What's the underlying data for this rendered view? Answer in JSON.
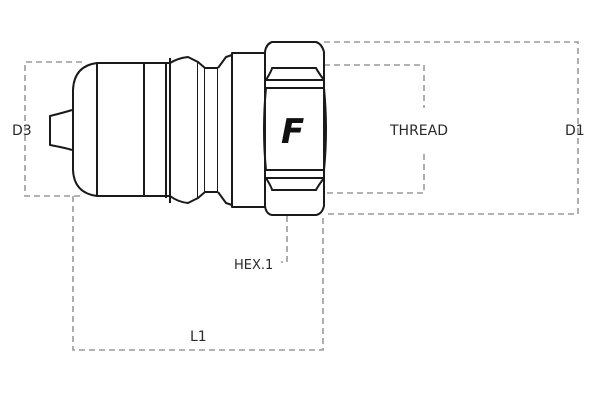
{
  "diagram": {
    "type": "quick-coupling-dimension-drawing",
    "logo_letter": "F",
    "line_color": "#1a1a1a",
    "dim_color": "#9a9a9a",
    "labels": {
      "d3": "D3",
      "thread": "THREAD",
      "d1": "D1",
      "hex": "HEX.1",
      "l1": "L1"
    }
  }
}
